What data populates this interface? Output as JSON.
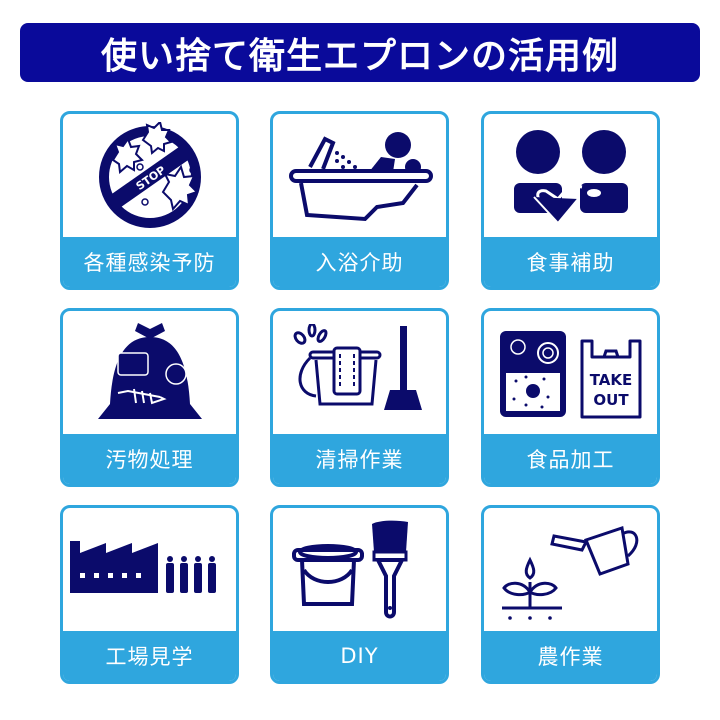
{
  "title": "使い捨て衛生エプロンの活用例",
  "colors": {
    "title_bg": "#0a0a9a",
    "card_accent": "#2fa6de",
    "icon_navy": "#0b0b6b",
    "text_white": "#ffffff"
  },
  "cards": [
    {
      "label": "各種感染予防",
      "icon": "virus-stop-icon",
      "badge_text": "STOP"
    },
    {
      "label": "入浴介助",
      "icon": "bathtub-icon"
    },
    {
      "label": "食事補助",
      "icon": "meal-assist-icon"
    },
    {
      "label": "汚物処理",
      "icon": "garbage-bag-icon"
    },
    {
      "label": "清掃作業",
      "icon": "bucket-broom-icon"
    },
    {
      "label": "食品加工",
      "icon": "bento-takeout-icon",
      "badge_text_1": "TAKE",
      "badge_text_2": "OUT"
    },
    {
      "label": "工場見学",
      "icon": "factory-visitors-icon"
    },
    {
      "label": "DIY",
      "icon": "paint-can-brush-icon"
    },
    {
      "label": "農作業",
      "icon": "watering-plant-icon"
    }
  ]
}
